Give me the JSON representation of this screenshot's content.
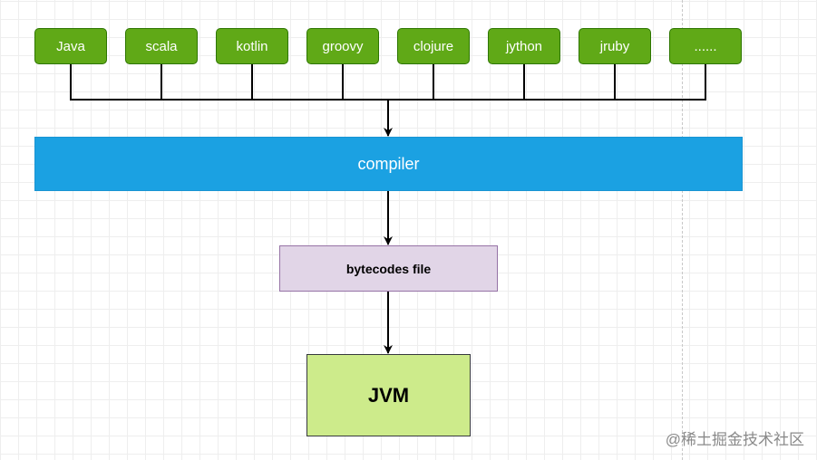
{
  "languages": [
    {
      "label": "Java"
    },
    {
      "label": "scala"
    },
    {
      "label": "kotlin"
    },
    {
      "label": "groovy"
    },
    {
      "label": "clojure"
    },
    {
      "label": "jython"
    },
    {
      "label": "jruby"
    },
    {
      "label": "......"
    }
  ],
  "compiler": {
    "label": "compiler"
  },
  "bytecode": {
    "label": "bytecodes file"
  },
  "jvm": {
    "label": "JVM"
  },
  "watermark": {
    "label": "@稀土掘金技术社区"
  },
  "colors": {
    "language_fill": "#60a917",
    "language_border": "#2d7600",
    "compiler_fill": "#1ba1e2",
    "bytecode_fill": "#e1d5e7",
    "bytecode_border": "#9673a6",
    "jvm_fill": "#cdeb8b",
    "connector": "#000000"
  }
}
